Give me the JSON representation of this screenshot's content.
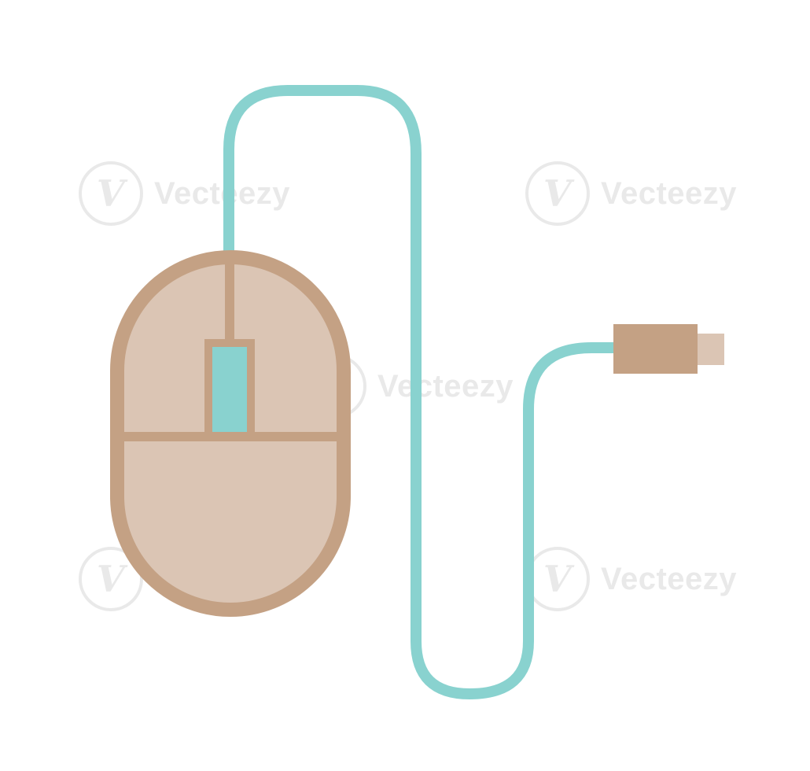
{
  "image": {
    "subject": "computer-mouse",
    "colors": {
      "mouse_outline": "#c4a184",
      "mouse_fill": "#dbc5b4",
      "cable": "#89d2cf",
      "scroll_wheel": "#89d2cf",
      "connector_body": "#c4a184",
      "connector_tip": "#dbc5b4",
      "background": "#ffffff"
    }
  },
  "watermark": {
    "text": "Vecteezy",
    "logo_glyph": "V"
  }
}
